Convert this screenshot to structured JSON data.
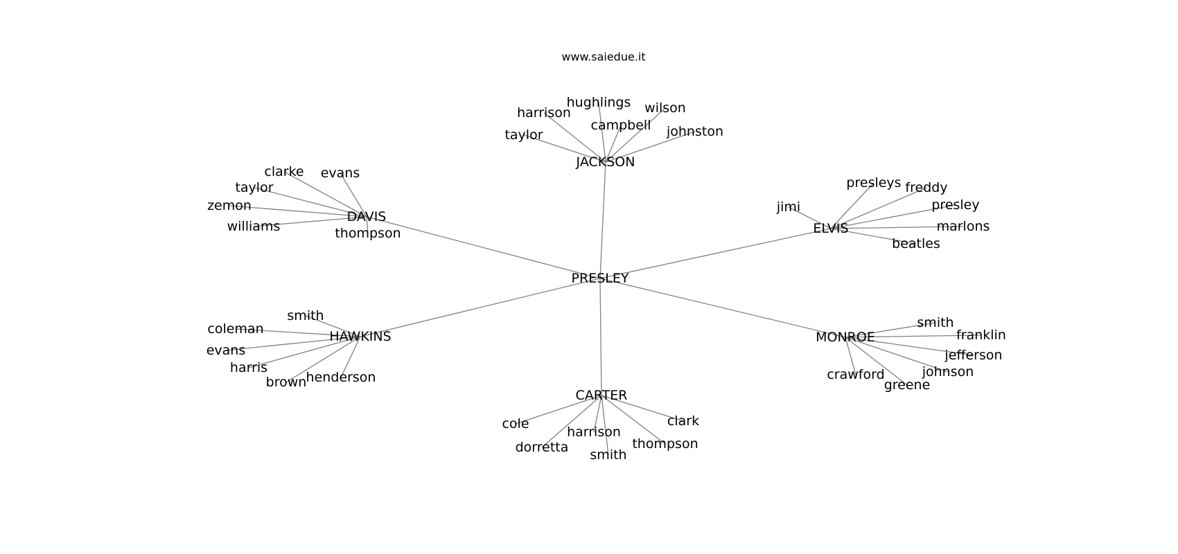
{
  "header": {
    "site": "www.saiedue.it"
  },
  "edge_color": "#808080",
  "text_color": "#000000",
  "diagram": {
    "root": "PRESLEY",
    "branches": [
      {
        "label": "JACKSON",
        "leaves": [
          "taylor",
          "harrison",
          "hughlings",
          "campbell",
          "wilson",
          "johnston"
        ]
      },
      {
        "label": "DAVIS",
        "leaves": [
          "clarke",
          "evans",
          "taylor",
          "zemon",
          "williams",
          "thompson"
        ]
      },
      {
        "label": "ELVIS",
        "leaves": [
          "jimi",
          "presleys",
          "freddy",
          "presley",
          "marlons",
          "beatles"
        ]
      },
      {
        "label": "HAWKINS",
        "leaves": [
          "smith",
          "coleman",
          "evans",
          "harris",
          "brown",
          "henderson"
        ]
      },
      {
        "label": "MONROE",
        "leaves": [
          "smith",
          "franklin",
          "jefferson",
          "johnson",
          "greene",
          "crawford"
        ]
      },
      {
        "label": "CARTER",
        "leaves": [
          "cole",
          "dorretta",
          "harrison",
          "smith",
          "thompson",
          "clark"
        ]
      }
    ]
  }
}
